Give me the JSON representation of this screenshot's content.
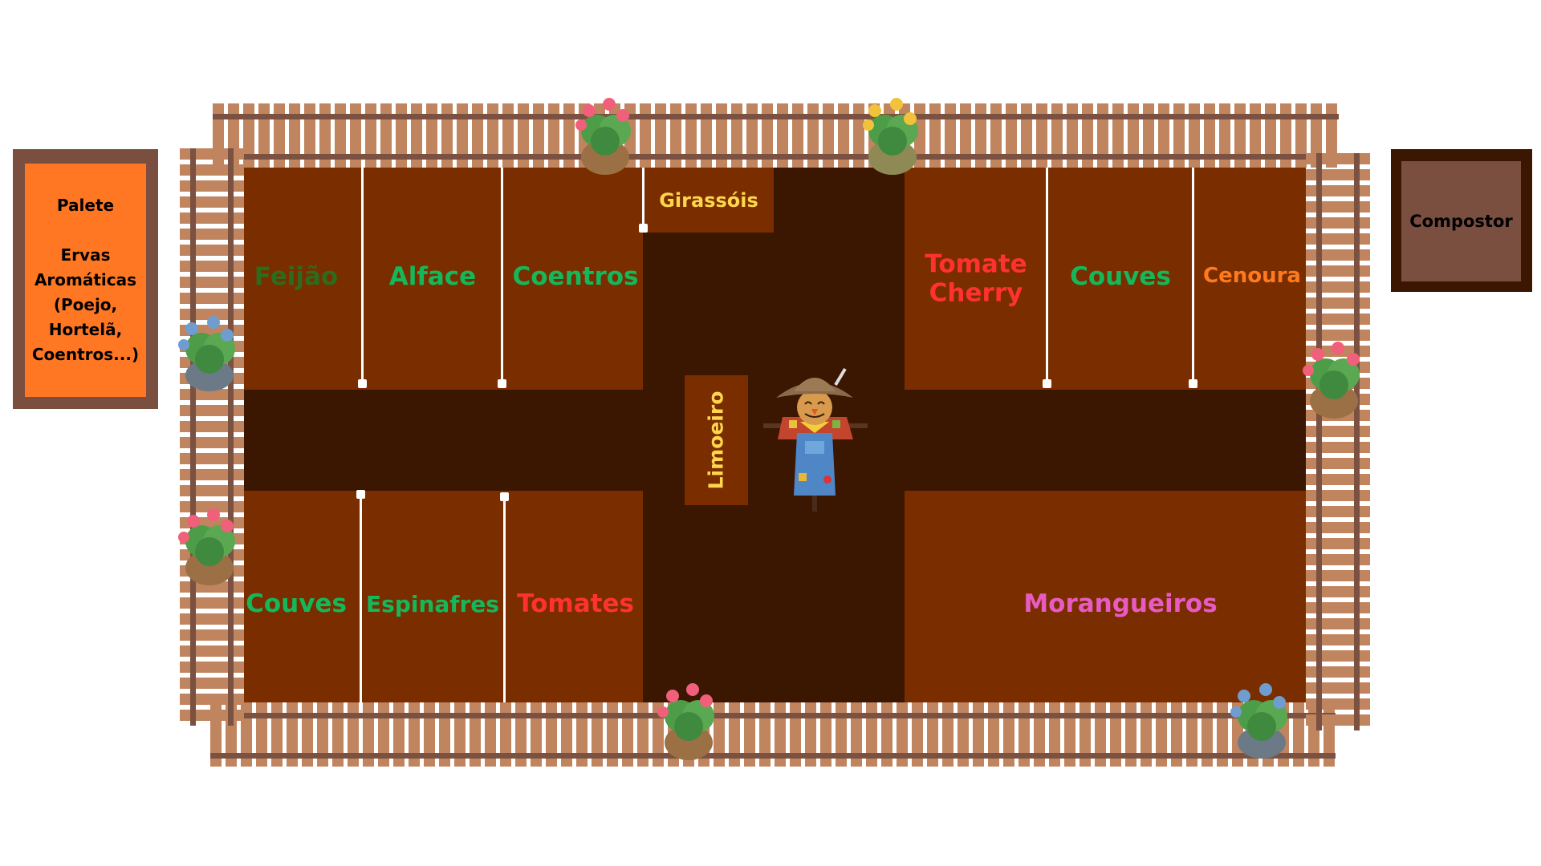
{
  "side_boxes": {
    "palete": {
      "title": "Palete",
      "line1": "Ervas",
      "line2": "Aromáticas",
      "line3": "(Poejo,",
      "line4": "Hortelã,",
      "line5": "Coentros...)"
    },
    "compostor": {
      "title": "Compostor"
    }
  },
  "beds": {
    "feijao": "Feijão",
    "alface": "Alface",
    "coentros": "Coentros",
    "girassois": "Girassóis",
    "tomate_cherry_1": "Tomate",
    "tomate_cherry_2": "Cherry",
    "couves_top": "Couves",
    "cenoura": "Cenoura",
    "couves_bottom": "Couves",
    "espinafres": "Espinafres",
    "tomates": "Tomates",
    "morangueiros": "Morangueiros",
    "limoeiro": "Limoeiro"
  },
  "colors": {
    "soil": "#7a2e00",
    "path": "#3b1600",
    "fence": "#c0845f",
    "palete_fill": "#ff7722",
    "palete_border": "#7a4f40",
    "compostor_fill": "#7a4f40",
    "compostor_border": "#3b1600",
    "green_dark": "#2f6b1c",
    "green": "#14b85a",
    "red": "#ff3131",
    "orange": "#ff7a1f",
    "pink": "#e85bc4",
    "yellow": "#ffd64d"
  }
}
